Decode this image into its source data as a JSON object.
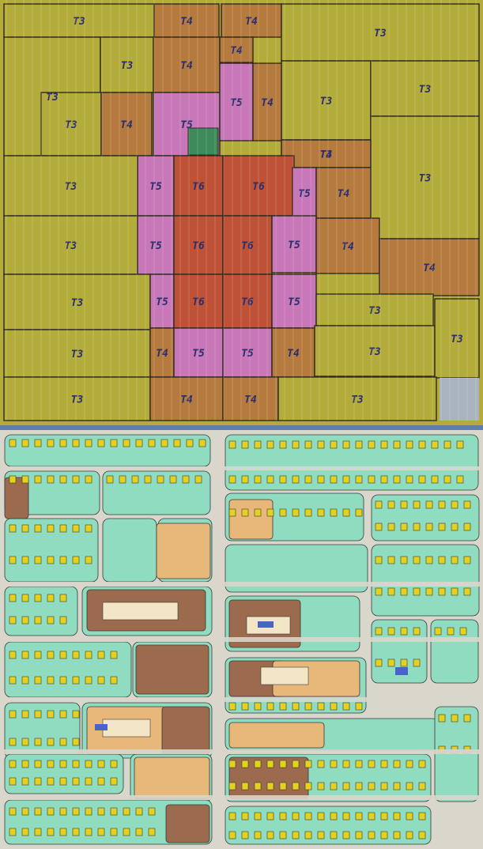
{
  "zone_map": {
    "colors": {
      "T3": "#b3ac3a",
      "T4": "#b57a3e",
      "T5": "#c878b8",
      "T6": "#bf5236",
      "open_space": "#3f8a5a",
      "boundary": "#2e2a1e",
      "corner_blank": "#aab4bf"
    },
    "rows": [
      [
        "T3",
        "T4",
        "T4",
        "T3"
      ],
      [
        "T3",
        "T3",
        "T4",
        "T4",
        "T3",
        "T3"
      ],
      [
        "T3",
        "T4",
        "T5",
        "T5",
        "T4",
        "T3",
        "T3"
      ],
      [
        "T4"
      ],
      [
        "T5",
        "T6",
        "T6",
        "T5",
        "T4",
        "T3"
      ],
      [
        "T3",
        "T5",
        "T6",
        "T6",
        "T5",
        "T4"
      ],
      [
        "T4"
      ],
      [
        "T3",
        "T5",
        "T6",
        "T6",
        "T5",
        "T3"
      ],
      [
        "T3",
        "T4",
        "T5",
        "T5",
        "T4",
        "T3",
        "T3"
      ],
      [
        "T3",
        "T4",
        "T4",
        "T3"
      ]
    ]
  },
  "plan_map": {
    "colors": {
      "lawn": "#8fdcc0",
      "street": "#d9d6cc",
      "house": "#e3d21f",
      "civic_brown": "#9c6a4c",
      "civic_tan": "#e8b77a",
      "plaza": "#f3e6c6",
      "pool": "#4a63c9",
      "lot_line": "#3a3a3a"
    }
  }
}
